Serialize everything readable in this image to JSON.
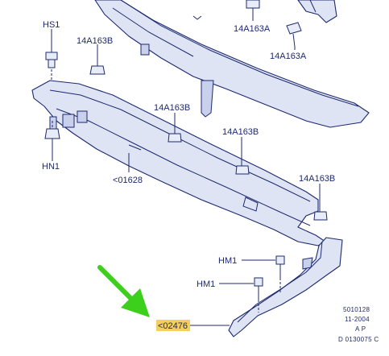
{
  "callouts": {
    "hs1": "HS1",
    "hn1": "HN1",
    "c01628": "<01628",
    "c02476": "<02476",
    "hm1_upper": "HM1",
    "hm1_lower": "HM1",
    "clip_a1": "14A163A",
    "clip_a2": "14A163A",
    "clip_b1": "14A163B",
    "clip_b2": "14A163B",
    "clip_b3": "14A163B",
    "clip_b4": "14A163B"
  },
  "stamp": {
    "line1": "5010128",
    "line2": "11-2004",
    "line3": "A P",
    "line4": "D 0130075 C"
  },
  "highlight": {
    "target": "<02476",
    "color": "#f5c542"
  },
  "pointer": {
    "color": "#3ccf1c",
    "points_to": "<02476"
  },
  "colors": {
    "ink": "#1d2a6e",
    "part_fill": "#dfe4f5"
  }
}
